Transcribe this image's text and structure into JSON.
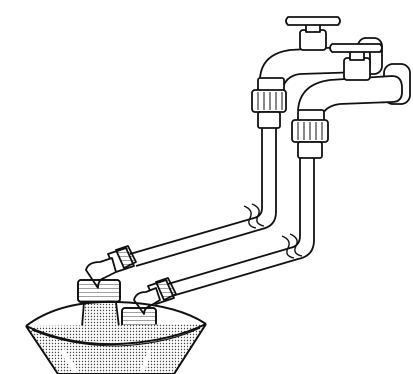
{
  "figure": {
    "components": [
      {
        "id": "faucet-upper",
        "icon": "faucet-icon"
      },
      {
        "id": "faucet-lower",
        "icon": "faucet-icon"
      },
      {
        "id": "hose-upper",
        "icon": "hose-icon"
      },
      {
        "id": "hose-lower",
        "icon": "hose-icon"
      },
      {
        "id": "bucket",
        "icon": "bucket-icon"
      }
    ],
    "colors": {
      "line": "#111111",
      "fill": "#ffffff",
      "shade": "#cfcfcf"
    }
  }
}
